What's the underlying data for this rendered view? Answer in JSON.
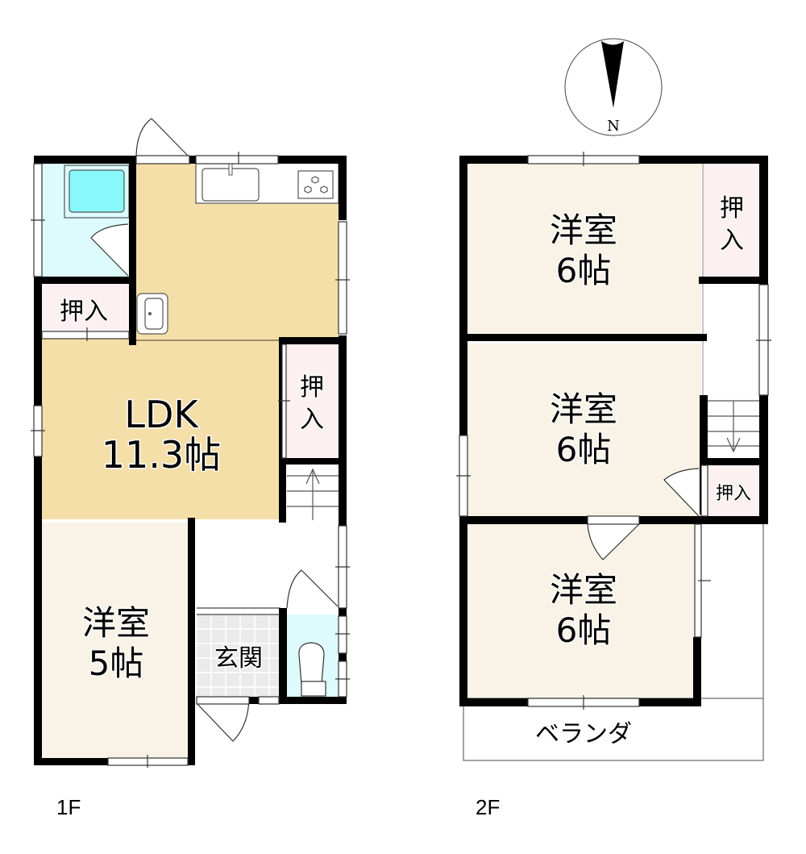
{
  "colors": {
    "wall": "#000000",
    "ldk": "#f5dfa8",
    "western_room": "#f8f3e6",
    "closet": "#fdf0f0",
    "bath": "#ddfbfd",
    "bathtub": "#88f8fb",
    "entrance_tile": "#ebebeb",
    "hall": "#ffffff"
  },
  "compass": {
    "label": "N"
  },
  "floor1": {
    "label": "1F",
    "rooms": {
      "ldk": {
        "name": "LDK",
        "size": "11.3帖"
      },
      "western": {
        "name": "洋室",
        "size": "5帖"
      },
      "closet_left": {
        "name": "押入"
      },
      "closet_right": {
        "name1": "押",
        "name2": "入"
      },
      "entrance": {
        "name": "玄関"
      }
    }
  },
  "floor2": {
    "label": "2F",
    "rooms": {
      "western_top": {
        "name": "洋室",
        "size": "6帖"
      },
      "western_mid": {
        "name": "洋室",
        "size": "6帖"
      },
      "western_bottom": {
        "name": "洋室",
        "size": "6帖"
      },
      "closet_top": {
        "name1": "押",
        "name2": "入"
      },
      "closet_small": {
        "name": "押入"
      },
      "veranda": {
        "name": "ベランダ"
      }
    }
  }
}
